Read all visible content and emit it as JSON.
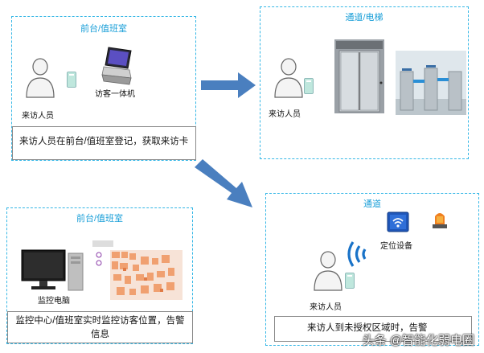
{
  "panels": {
    "front_desk_top": {
      "title": "前台/值班室",
      "visitor_label": "来访人员",
      "kiosk_label": "访客一体机",
      "caption": "来访人员在前台/值班室登记，获取来访卡"
    },
    "passage_elevator": {
      "title": "通道/电梯",
      "visitor_label": "来访人员"
    },
    "front_desk_bottom": {
      "title": "前台/值班室",
      "computer_label": "监控电脑",
      "caption": "监控中心/值班室实时监控访客位置，告警信息"
    },
    "passage": {
      "title": "通道",
      "locator_label": "定位设备",
      "visitor_label": "来访人员",
      "caption": "来访人到未授权区域时，告警"
    }
  },
  "watermark": "头条 @智能化弱电圈",
  "colors": {
    "panel_border": "#35b7e6",
    "panel_title": "#1a9fd8",
    "arrow": "#4a7fbf",
    "signal": "#1a73c8",
    "alarm": "#e86a1a"
  }
}
